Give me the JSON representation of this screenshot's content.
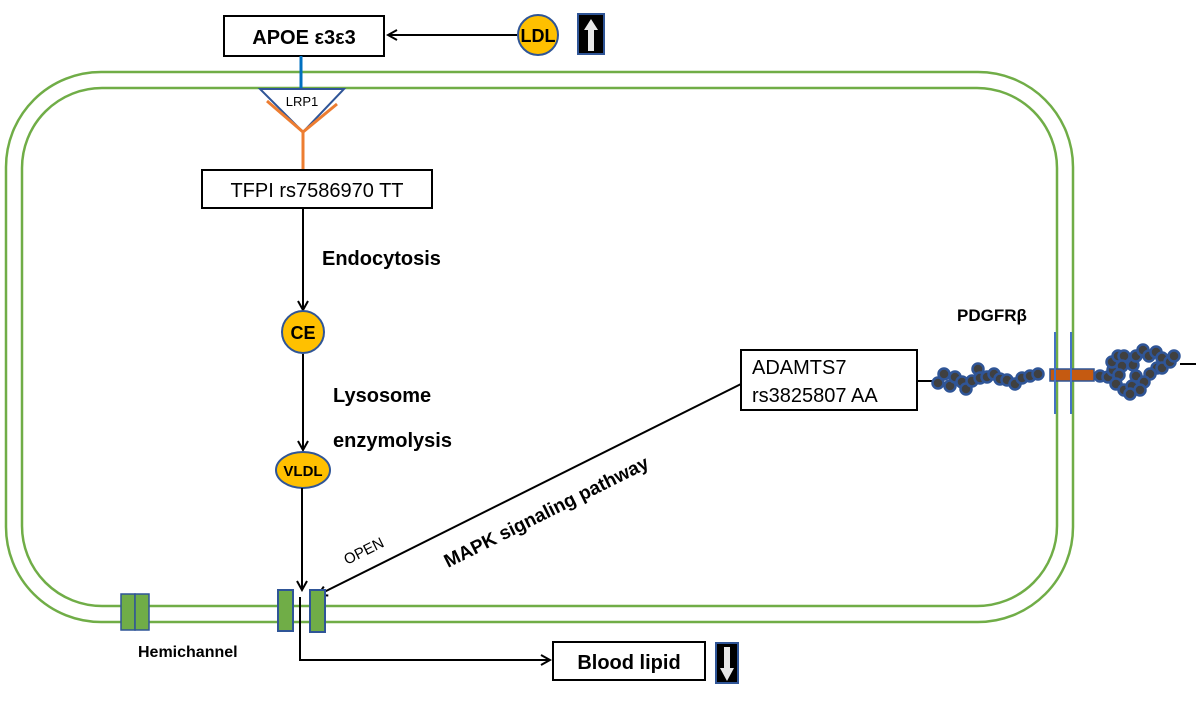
{
  "colors": {
    "membrane": "#70ad47",
    "node_fill": "#ffc000",
    "node_stroke": "#2f5597",
    "channel_fill": "#70ad47",
    "channel_stroke": "#2f5597",
    "receptor_stroke": "#2f5597",
    "receptor_arms": "#ed7d31",
    "apoe_link": "#0070c0",
    "kinase_domain": "#c55a11",
    "bead_fill": "#404040",
    "bead_stroke": "#2f5597",
    "arrow": "#000000"
  },
  "nodes": {
    "apoe": {
      "label": "APOE ε3ε3"
    },
    "ldl": {
      "label": "LDL",
      "trend": "up",
      "trend_icon": "up-arrow-icon"
    },
    "lrp1": {
      "label": "LRP1"
    },
    "tfpi": {
      "label": "TFPI rs7586970 TT"
    },
    "ce": {
      "label": "CE"
    },
    "vldl": {
      "label": "VLDL"
    },
    "adamts7": {
      "line1": "ADAMTS7",
      "line2": "rs3825807 AA"
    },
    "pdgfrb": {
      "label": "PDGFRβ"
    },
    "blood_lipid": {
      "label": "Blood lipid",
      "trend": "down",
      "trend_icon": "down-arrow-icon"
    },
    "hemichannel": {
      "label": "Hemichannel"
    }
  },
  "annotations": {
    "endocytosis": "Endocytosis",
    "lysosome_line1": "Lysosome",
    "lysosome_line2": "enzymolysis",
    "mapk": "MAPK signaling pathway",
    "open": "OPEN"
  },
  "edges": [
    {
      "from": "LDL",
      "to": "APOE ε3ε3",
      "type": "arrow"
    },
    {
      "from": "APOE ε3ε3",
      "to": "LRP1",
      "type": "link"
    },
    {
      "from": "LRP1",
      "to": "TFPI rs7586970 TT",
      "type": "link"
    },
    {
      "from": "TFPI rs7586970 TT",
      "to": "CE",
      "type": "arrow",
      "label": "Endocytosis"
    },
    {
      "from": "CE",
      "to": "VLDL",
      "type": "arrow",
      "label": "Lysosome enzymolysis"
    },
    {
      "from": "VLDL",
      "to": "Hemichannel",
      "type": "arrow"
    },
    {
      "from": "ADAMTS7 rs3825807 AA",
      "to": "Hemichannel",
      "type": "arrow",
      "label": "MAPK signaling pathway / OPEN"
    },
    {
      "from": "Hemichannel",
      "to": "Blood lipid",
      "type": "arrow"
    }
  ]
}
